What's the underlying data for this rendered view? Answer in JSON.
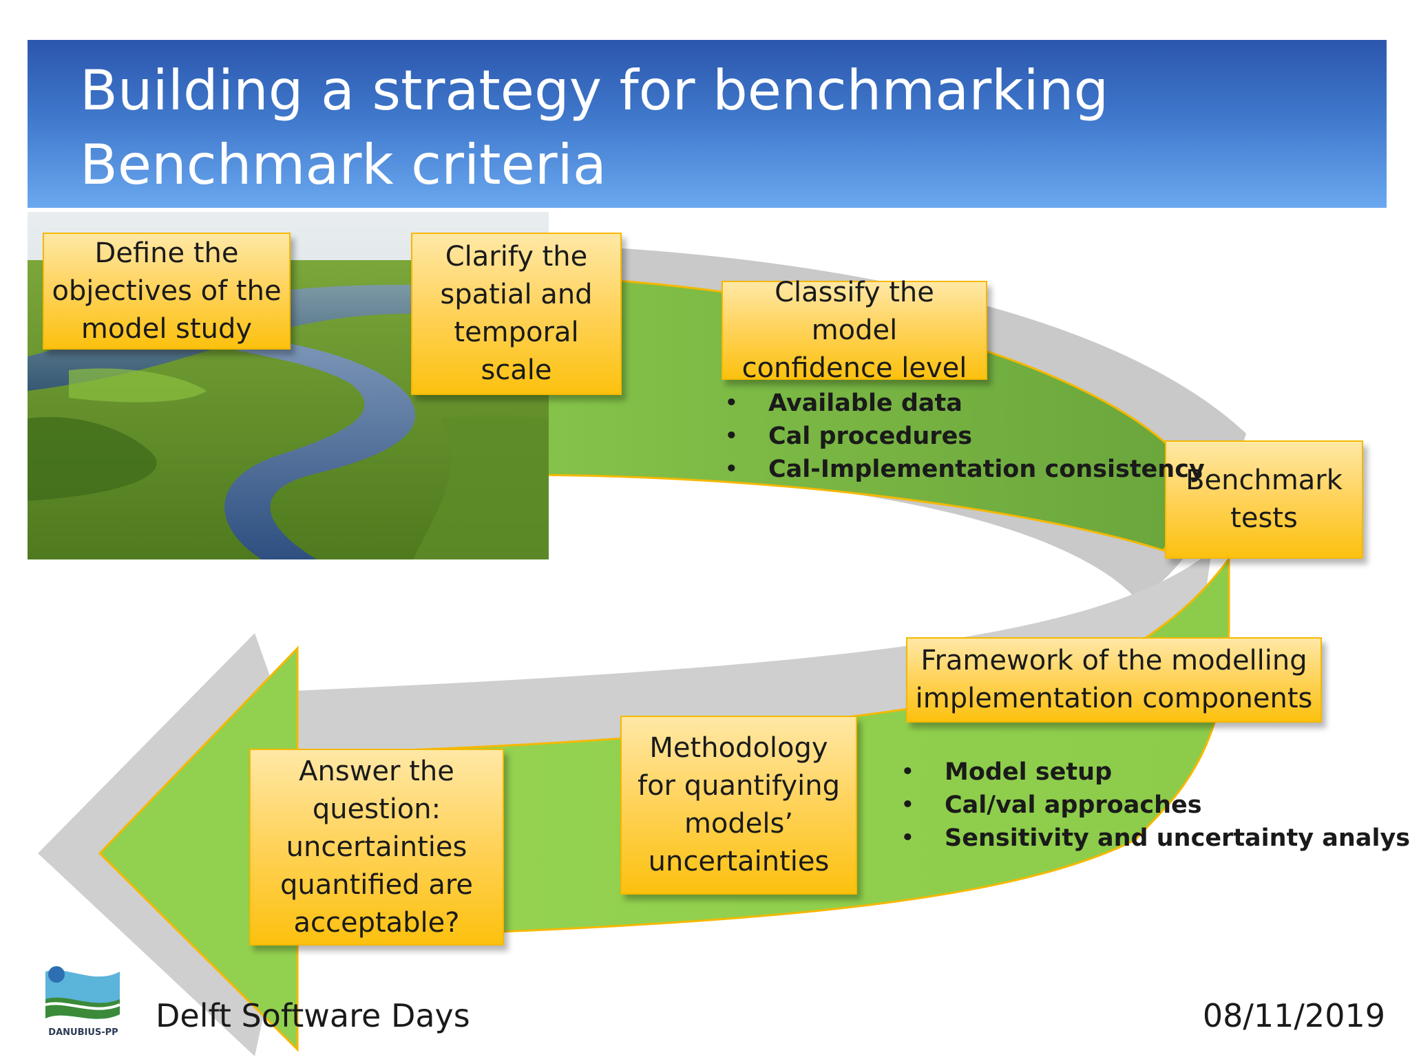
{
  "slide": {
    "title_line1": "Building a strategy for benchmarking",
    "title_line2": "Benchmark criteria"
  },
  "steps": [
    {
      "id": "define-objectives",
      "lines": [
        "Define the",
        "objectives of the",
        "model study"
      ]
    },
    {
      "id": "clarify-scale",
      "lines": [
        "Clarify the",
        "spatial and",
        "temporal",
        "scale"
      ]
    },
    {
      "id": "classify-confidence",
      "lines": [
        "Classify the model",
        "confidence level"
      ]
    },
    {
      "id": "benchmark-tests",
      "lines": [
        "Benchmark",
        "tests"
      ]
    },
    {
      "id": "framework-components",
      "lines": [
        "Framework of the modelling",
        "implementation components"
      ]
    },
    {
      "id": "methodology-uncertainties",
      "lines": [
        "Methodology",
        "for quantifying",
        "models’",
        "uncertainties"
      ]
    },
    {
      "id": "answer-question",
      "lines": [
        "Answer the",
        "question:",
        "uncertainties",
        "quantified are",
        "acceptable?"
      ]
    }
  ],
  "confidence_bullets": [
    "Available data",
    "Cal procedures",
    "Cal-Implementation consistency"
  ],
  "framework_bullets": [
    "Model setup",
    "Cal/val approaches",
    "Sensitivity and uncertainty analyses"
  ],
  "footer": {
    "event": "Delft Software Days",
    "date": "08/11/2019",
    "logo_text": "DANUBIUS-PP"
  },
  "colors": {
    "header_top": "#2b57ad",
    "header_bottom": "#6aa8ef",
    "arrow_green_light": "#92d050",
    "arrow_green_dark": "#70ad47",
    "box_fill": "#ffd460",
    "box_border": "#f5b800"
  }
}
